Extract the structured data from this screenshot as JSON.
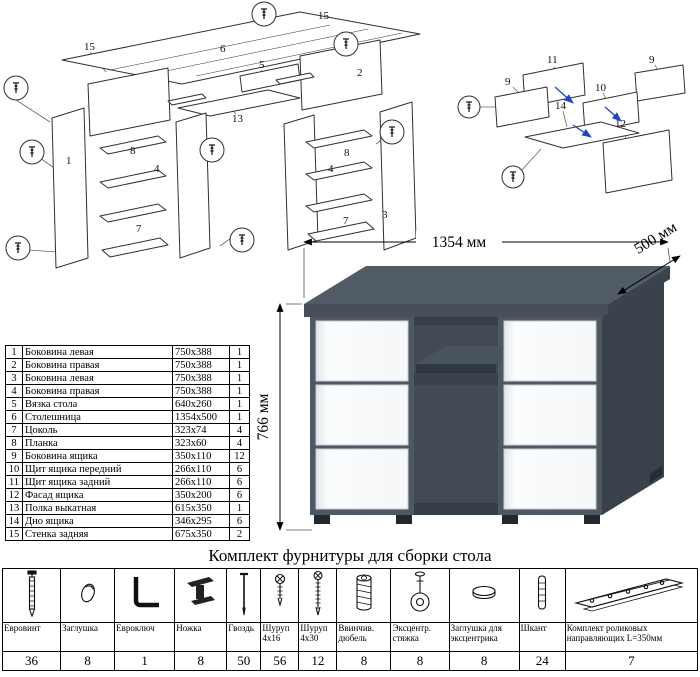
{
  "exploded_main": {
    "labels": [
      "15",
      "6",
      "15",
      "2",
      "5",
      "13",
      "1",
      "8",
      "4",
      "8",
      "4",
      "7",
      "7",
      "3"
    ]
  },
  "exploded_drawer": {
    "labels": [
      "11",
      "9",
      "10",
      "14",
      "12",
      "9"
    ]
  },
  "desk_view": {
    "width_label": "1354 мм",
    "depth_label": "500 мм",
    "height_label": "766 мм",
    "body_color": "#4e5862",
    "drawer_color": "#fafbfc"
  },
  "parts_table": {
    "rows": [
      {
        "num": "1",
        "name": "Боковина левая",
        "size": "750x388",
        "qty": "1"
      },
      {
        "num": "2",
        "name": "Боковина правая",
        "size": "750x388",
        "qty": "1"
      },
      {
        "num": "3",
        "name": "Боковина левая",
        "size": "750x388",
        "qty": "1"
      },
      {
        "num": "4",
        "name": "Боковина правая",
        "size": "750x388",
        "qty": "1"
      },
      {
        "num": "5",
        "name": "Вязка стола",
        "size": "640x260",
        "qty": "1"
      },
      {
        "num": "6",
        "name": "Столешница",
        "size": "1354x500",
        "qty": "1"
      },
      {
        "num": "7",
        "name": "Цоколь",
        "size": "323x74",
        "qty": "4"
      },
      {
        "num": "8",
        "name": "Планка",
        "size": "323x60",
        "qty": "4"
      },
      {
        "num": "9",
        "name": "Боковина ящика",
        "size": "350x110",
        "qty": "12"
      },
      {
        "num": "10",
        "name": "Щит ящика передний",
        "size": "266x110",
        "qty": "6"
      },
      {
        "num": "11",
        "name": "Щит ящика задний",
        "size": "266x110",
        "qty": "6"
      },
      {
        "num": "12",
        "name": "Фасад ящика",
        "size": "350x200",
        "qty": "6"
      },
      {
        "num": "13",
        "name": "Полка выкатная",
        "size": "615x350",
        "qty": "1"
      },
      {
        "num": "14",
        "name": "Дно ящика",
        "size": "346x295",
        "qty": "6"
      },
      {
        "num": "15",
        "name": "Стенка задняя",
        "size": "675x350",
        "qty": "2"
      }
    ]
  },
  "hardware": {
    "title": "Комплект фурнитуры для сборки стола",
    "items": [
      {
        "name": "Евровинт",
        "qty": "36",
        "icon": "euro-screw-icon"
      },
      {
        "name": "Заглушка",
        "qty": "8",
        "icon": "cap-icon"
      },
      {
        "name": "Евроключ",
        "qty": "1",
        "icon": "hex-key-icon"
      },
      {
        "name": "Ножка",
        "qty": "8",
        "icon": "foot-icon"
      },
      {
        "name": "Гвоздь",
        "qty": "50",
        "icon": "nail-icon"
      },
      {
        "name": "Шуруп 4x16",
        "qty": "56",
        "icon": "screw-4x16-icon"
      },
      {
        "name": "Шуруп 4x30",
        "qty": "12",
        "icon": "screw-4x30-icon"
      },
      {
        "name": "Ввинчив. дюбель",
        "qty": "8",
        "icon": "screw-dowel-icon"
      },
      {
        "name": "Эксцентр. стяжка",
        "qty": "8",
        "icon": "cam-lock-icon"
      },
      {
        "name": "Заглушка для эксцентрика",
        "qty": "8",
        "icon": "cam-cap-icon"
      },
      {
        "name": "Шкант",
        "qty": "24",
        "icon": "dowel-icon"
      },
      {
        "name": "Комплект роликовых направляющих L=350мм",
        "qty": "7",
        "icon": "drawer-slides-icon"
      }
    ]
  }
}
